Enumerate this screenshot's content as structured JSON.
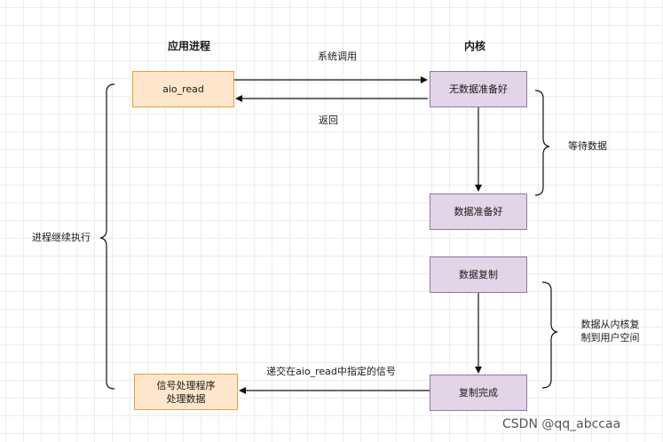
{
  "headers": {
    "app_process": "应用进程",
    "kernel": "内核"
  },
  "boxes": {
    "aio_read": "aio_read",
    "no_data_ready": "无数据准备好",
    "data_ready": "数据准备好",
    "data_copy": "数据复制",
    "copy_done": "复制完成",
    "signal_handler_line1": "信号处理程序",
    "signal_handler_line2": "处理数据"
  },
  "labels": {
    "system_call": "系统调用",
    "return": "返回",
    "wait_data": "等待数据",
    "copy_kernel_user_line1": "数据从内核复",
    "copy_kernel_user_line2": "制到用户空间",
    "continue_exec": "进程继续执行",
    "deliver_signal": "递交在aio_read中指定的信号"
  },
  "watermark": "CSDN @qq_abccaa",
  "colors": {
    "app_fill": "#ffe6cc",
    "app_stroke": "#e6a23c",
    "kernel_fill": "#e1d5e7",
    "kernel_stroke": "#9673a6"
  }
}
